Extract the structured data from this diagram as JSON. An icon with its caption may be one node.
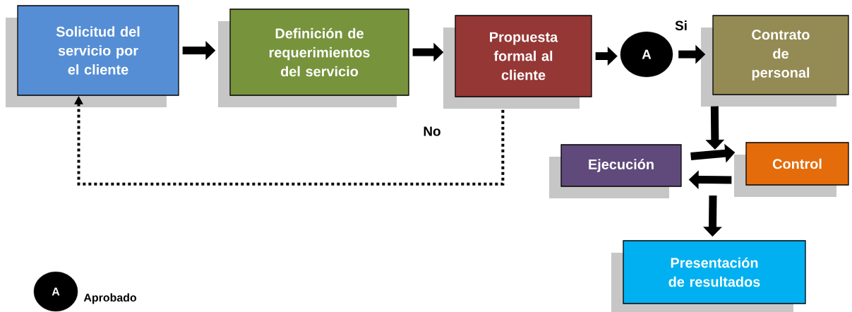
{
  "diagram": {
    "nodes": [
      {
        "text": [
          "Solicitud del servicio por el cliente"
        ]
      },
      {
        "text": [
          "Definición de requerimientos del servicio"
        ]
      },
      {
        "text": [
          "Propuesta formal al cliente"
        ]
      },
      {
        "text": [
          "A"
        ]
      },
      {
        "text": [
          "Contrato de personal"
        ]
      },
      {
        "text": [
          "Ejecución"
        ]
      },
      {
        "text": [
          "Control"
        ]
      },
      {
        "text": [
          "Presentación de resultados"
        ]
      },
      {
        "text": [
          "A"
        ],
        "beside": [
          "Aprobado"
        ]
      }
    ],
    "edges": [
      {
        "from": 0,
        "to": 1,
        "arrow": "to"
      },
      {
        "from": 1,
        "to": 2,
        "arrow": "to"
      },
      {
        "from": 2,
        "to": 3,
        "arrow": "to"
      },
      {
        "from": 3,
        "to": 4,
        "arrow": "to",
        "label": "Si"
      },
      {
        "from": 4,
        "to": null,
        "arrow": "to"
      },
      {
        "from": 5,
        "to": 6,
        "arrow": "to"
      },
      {
        "from": 6,
        "to": 5,
        "arrow": "to"
      },
      {
        "from": null,
        "to": 7,
        "arrow": "to"
      },
      {
        "from": 2,
        "to": 0,
        "arrow": "to",
        "style": "dashed",
        "label": "No"
      }
    ]
  }
}
